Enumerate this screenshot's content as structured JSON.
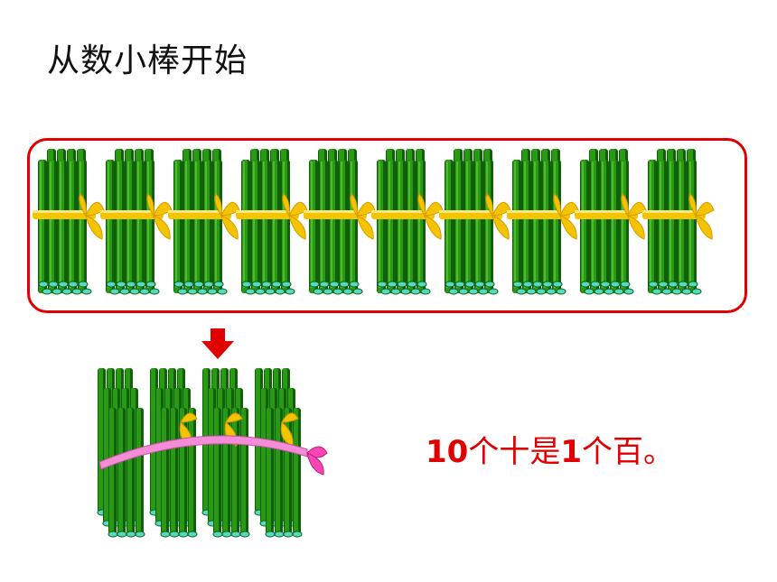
{
  "title": "从数小棒开始",
  "bundles": {
    "count": 10,
    "stick_color": "#2a9a14",
    "stick_light": "#58c434",
    "stick_dark": "#10600a",
    "stick_end": "#54d8c8",
    "ribbon_color": "#f5c400",
    "ribbon_dark": "#d49a00"
  },
  "frame_color": "#e00000",
  "arrow_icon": "down-arrow-icon",
  "hundred_bundle": {
    "ribbon_color": "#f58cd8",
    "bow_color": "#ff44b4"
  },
  "statement": {
    "n1": "10",
    "t1": "个十是",
    "n2": "1",
    "t2": "个百。",
    "color": "#e00000"
  }
}
